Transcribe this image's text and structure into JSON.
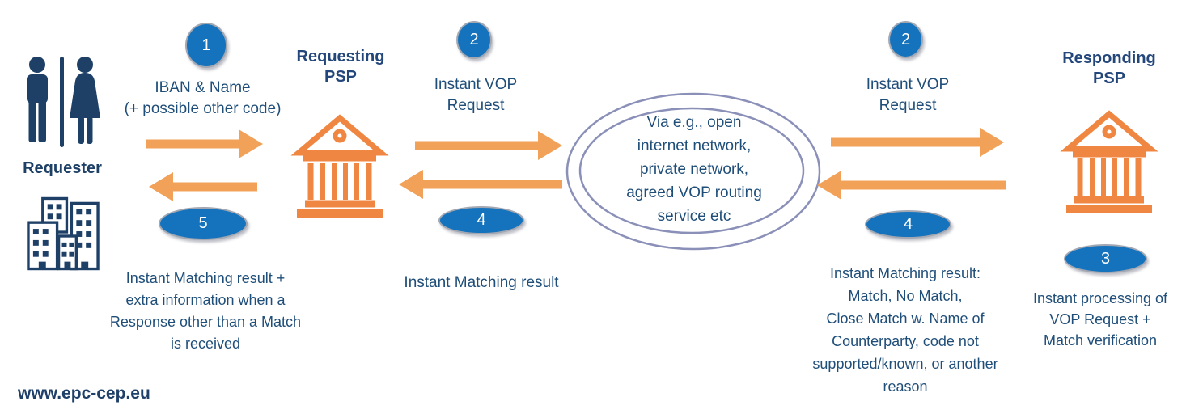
{
  "footer_url": "www.epc-cep.eu",
  "actors": {
    "requester": {
      "label": "Requester"
    },
    "requesting_psp": {
      "title": "Requesting PSP"
    },
    "responding_psp": {
      "title": "Responding PSP"
    },
    "network": {
      "label": "Via e.g., open\ninternet network,\nprivate network,\nagreed VOP routing\nservice etc"
    }
  },
  "steps": {
    "s1": {
      "num": "1",
      "label": "IBAN & Name\n(+ possible other code)"
    },
    "s2_left": {
      "num": "2",
      "label": "Instant VOP\nRequest"
    },
    "s2_right": {
      "num": "2",
      "label": "Instant VOP\nRequest"
    },
    "s3": {
      "num": "3",
      "label": "Instant processing of\nVOP Request +\nMatch verification"
    },
    "s4_center": {
      "num": "4",
      "label": "Instant Matching result"
    },
    "s4_right": {
      "num": "4",
      "label": "Instant Matching result:\nMatch, No Match,\nClose Match w. Name of\nCounterparty, code not\nsupported/known, or another\nreason"
    },
    "s5": {
      "num": "5",
      "label": "Instant Matching result +\nextra information when a\nResponse other than a Match\nis received"
    }
  },
  "colors": {
    "navy_text": "#1f4e79",
    "navy_icon": "#1e4067",
    "orange_arrow": "#f1a158",
    "orange_bank": "#ef8742",
    "badge_blue": "#1473bc",
    "network_ring": "#8b90b8"
  }
}
